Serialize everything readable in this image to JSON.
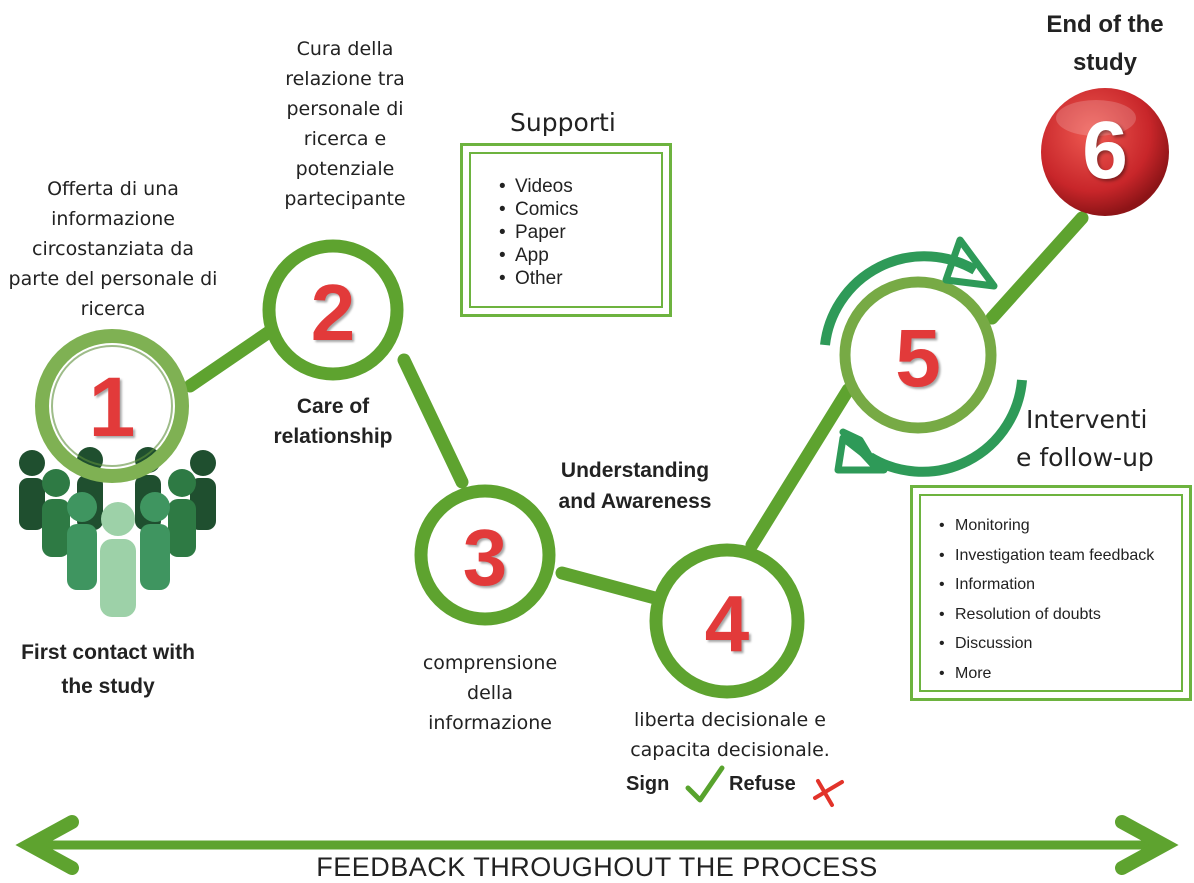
{
  "steps": [
    {
      "number": "1",
      "description": "Offerta di una informazione circostanziata da parte del personale di ricerca",
      "label": "First contact with the study"
    },
    {
      "number": "2",
      "description": "Cura della relazione tra personale di ricerca e potenziale partecipante",
      "label": "Care of relationship"
    },
    {
      "number": "3",
      "description": "comprensione della informazione",
      "label": "Understanding and Awareness"
    },
    {
      "number": "4",
      "description": "liberta decisionale e capacita decisionale.",
      "sign": "Sign",
      "refuse": "Refuse"
    },
    {
      "number": "5"
    },
    {
      "number": "6",
      "label": "End of the study"
    }
  ],
  "supporti": {
    "title": "Supporti",
    "items": [
      "Videos",
      "Comics",
      "Paper",
      "App",
      "Other"
    ]
  },
  "interventi": {
    "title_line1": "Interventi",
    "title_line2": "e follow-up",
    "items": [
      "Monitoring",
      "Investigation team feedback",
      "Information",
      "Resolution of doubts",
      "Discussion",
      "More"
    ]
  },
  "footer": {
    "text": "FEEDBACK THROUGHOUT THE PROCESS"
  },
  "colors": {
    "green": "#5ea32f",
    "ring": "#5ea32f",
    "numeral": "#e23a3a",
    "end_circle": "#c8262a",
    "cycle": "#2e9a58"
  }
}
